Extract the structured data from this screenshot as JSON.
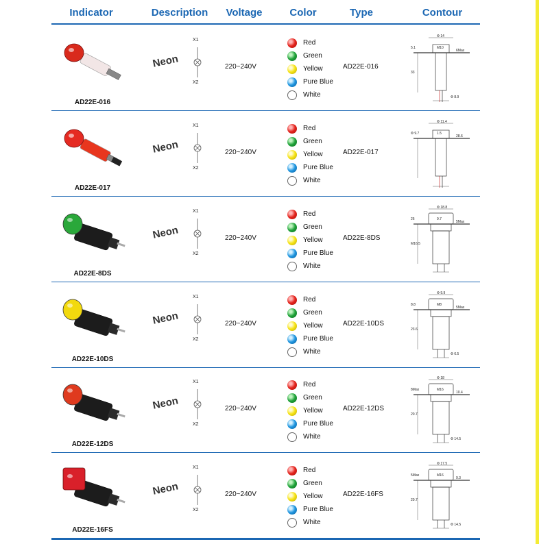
{
  "headers": {
    "indicator": "Indicator",
    "description": "Description",
    "voltage": "Voltage",
    "color": "Color",
    "type": "Type",
    "contour": "Contour"
  },
  "terminals": {
    "x1": "X1",
    "x2": "X2"
  },
  "color_dots": {
    "red": "#e3231c",
    "green": "#20a33a",
    "yellow": "#f6e314",
    "pure_blue": "#1f96e0",
    "white": "#ffffff"
  },
  "brand_blue": "#1b67b3",
  "rows": [
    {
      "model": "AD22E-016",
      "description": "Neon",
      "voltage": "220~240V",
      "type": "AD22E-016",
      "colors": [
        "Red",
        "Green",
        "Yellow",
        "Pure Blue",
        "White"
      ],
      "lamp_color": "#d92a1c",
      "dims": [
        "Φ 14",
        "M10",
        "6Max",
        "5.1",
        "33",
        "Φ 8.9"
      ]
    },
    {
      "model": "AD22E-017",
      "description": "Neon",
      "voltage": "220~240V",
      "type": "AD22E-017",
      "colors": [
        "Red",
        "Green",
        "Yellow",
        "Pure Blue",
        "White"
      ],
      "lamp_color": "#e52a22",
      "dims": [
        "Φ 11.4",
        "1.5",
        "28.6",
        "Φ 9.7"
      ]
    },
    {
      "model": "AD22E-8DS",
      "description": "Neon",
      "voltage": "220~240V",
      "type": "AD22E-8DS",
      "colors": [
        "Red",
        "Green",
        "Yellow",
        "Pure Blue",
        "White"
      ],
      "lamp_color": "#2aa83a",
      "dims": [
        "Φ 18.8",
        "9.7",
        "5Max",
        "26",
        "M16.5"
      ]
    },
    {
      "model": "AD22E-10DS",
      "description": "Neon",
      "voltage": "220~240V",
      "type": "AD22E-10DS",
      "colors": [
        "Red",
        "Green",
        "Yellow",
        "Pure Blue",
        "White"
      ],
      "lamp_color": "#f2d90e",
      "dims": [
        "Φ 9.9",
        "M8",
        "5Max",
        "8.8",
        "23.6",
        "Φ 6.5"
      ]
    },
    {
      "model": "AD22E-12DS",
      "description": "Neon",
      "voltage": "220~240V",
      "type": "AD22E-12DS",
      "colors": [
        "Red",
        "Green",
        "Yellow",
        "Pure Blue",
        "White"
      ],
      "lamp_color": "#df3a1e",
      "dims": [
        "Φ 18",
        "M16",
        "10.4",
        "8Max",
        "20.7",
        "Φ 14.5"
      ]
    },
    {
      "model": "AD22E-16FS",
      "description": "Neon",
      "voltage": "220~240V",
      "type": "AD22E-16FS",
      "colors": [
        "Red",
        "Green",
        "Yellow",
        "Pure Blue",
        "White"
      ],
      "lamp_color": "#d9202a",
      "dims": [
        "Φ 17.5",
        "M16",
        "9.3",
        "5Max",
        "20.7",
        "Φ 14.5"
      ]
    }
  ]
}
